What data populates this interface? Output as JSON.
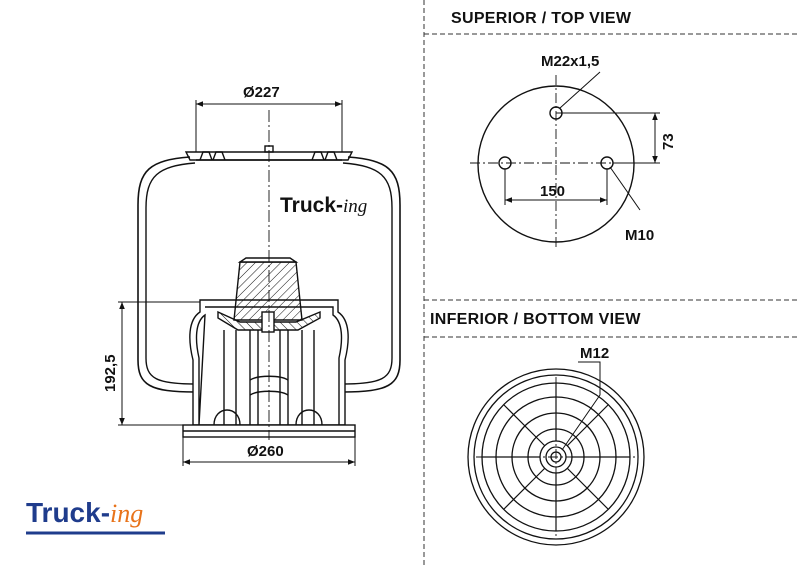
{
  "titles": {
    "top_view": "SUPERIOR / TOP VIEW",
    "bottom_view": "INFERIOR / BOTTOM VIEW"
  },
  "dimensions": {
    "top_diameter": "Ø227",
    "bottom_diameter": "Ø260",
    "height": "192,5",
    "stud": "M22x1,5",
    "offset": "73",
    "bolt_spacing": "150",
    "bolt": "M10",
    "bottom_thread": "M12"
  },
  "brand": {
    "main": "Truck-",
    "suffix": "ing"
  },
  "colors": {
    "line": "#111111",
    "brand_blue": "#1f3c8c",
    "brand_orange": "#e8731a"
  }
}
